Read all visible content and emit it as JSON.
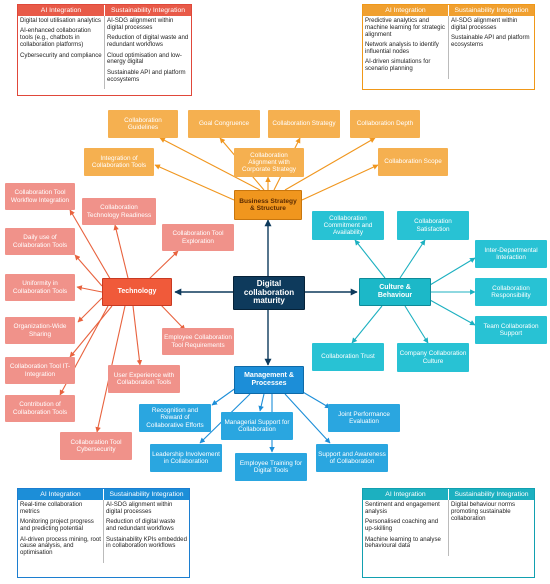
{
  "center": {
    "label": "Digital collaboration maturity"
  },
  "business": {
    "label": "Business Strategy & Structure",
    "nodes": [
      "Collaboration Guidelines",
      "Goal Congruence",
      "Collaboration Strategy",
      "Collaboration Depth",
      "Integration of Collaboration Tools",
      "Collaboration Alignment with Corporate Strategy",
      "Collaboration Scope"
    ]
  },
  "technology": {
    "label": "Technology",
    "nodes": [
      "Collaboration Tool Workflow Integration",
      "Collaboration Technology Readiness",
      "Collaboration Tool Exploration",
      "Daily use of Collaboration Tools",
      "Uniformity in Collaboration Tools",
      "Organization-Wide Sharing",
      "Employee Collaboration Tool Requirements",
      "Collaboration Tool IT-Integration",
      "User Experience with Collaboration Tools",
      "Contribution of Collaboration Tools",
      "Collaboration Tool Cybersecurity"
    ]
  },
  "culture": {
    "label": "Culture & Behaviour",
    "nodes": [
      "Collaboration Commitment and Availability",
      "Collaboration Satisfaction",
      "Inter-Departmental Interaction",
      "Collaboration Responsibility",
      "Team Collaboration Support",
      "Collaboration Trust",
      "Company Collaboration Culture"
    ]
  },
  "management": {
    "label": "Management & Processes",
    "nodes": [
      "Recognition and Reward of Collaborative Efforts",
      "Managerial Support for Collaboration",
      "Joint Performance Evaluation",
      "Leadership Involvement in Collaboration",
      "Employee Training for Digital Tools",
      "Support and Awareness of Collaboration"
    ]
  },
  "panels": {
    "ai_header": "AI Integration",
    "sus_header": "Sustainability Integration",
    "technology": {
      "ai": [
        "Digital tool utilisation analytics",
        "AI-enhanced collaboration tools (e.g., chatbots in collaboration platforms)",
        "Cybersecurity and compliance"
      ],
      "sus": [
        "AI-SDG alignment within digital processes",
        "Reduction of digital waste and redundant workflows",
        "Cloud optimisation and low-energy digital",
        "Sustainable API and platform ecosystems"
      ]
    },
    "business": {
      "ai": [
        "Predictive analytics and machine learning for strategic alignment",
        "Network analysis to identify influential nodes",
        "AI-driven simulations for scenario planning"
      ],
      "sus": [
        "AI-SDG alignment within digital processes",
        "Sustainable API and platform ecosystems"
      ]
    },
    "management": {
      "ai": [
        "Real-time collaboration metrics",
        "Monitoring project progress and predicting potential",
        "AI-driven process mining, root cause analysis, and optimisation"
      ],
      "sus": [
        "AI-SDG alignment within digital processes",
        "Reduction of digital waste and redundant workflows",
        "Sustainability KPIs embedded in collaboration workflows"
      ]
    },
    "culture": {
      "ai": [
        "Sentiment and engagement analysis",
        "Personalised coaching and up-skilling",
        "Machine learning to analyse behavioural data"
      ],
      "sus": [
        "Digital behaviour norms promoting sustainable collaboration"
      ]
    }
  },
  "colors": {
    "technology": "#e85a48",
    "business": "#f0961e",
    "culture": "#1cb0c0",
    "management": "#1c8ed8",
    "center": "#0e3a5c"
  }
}
